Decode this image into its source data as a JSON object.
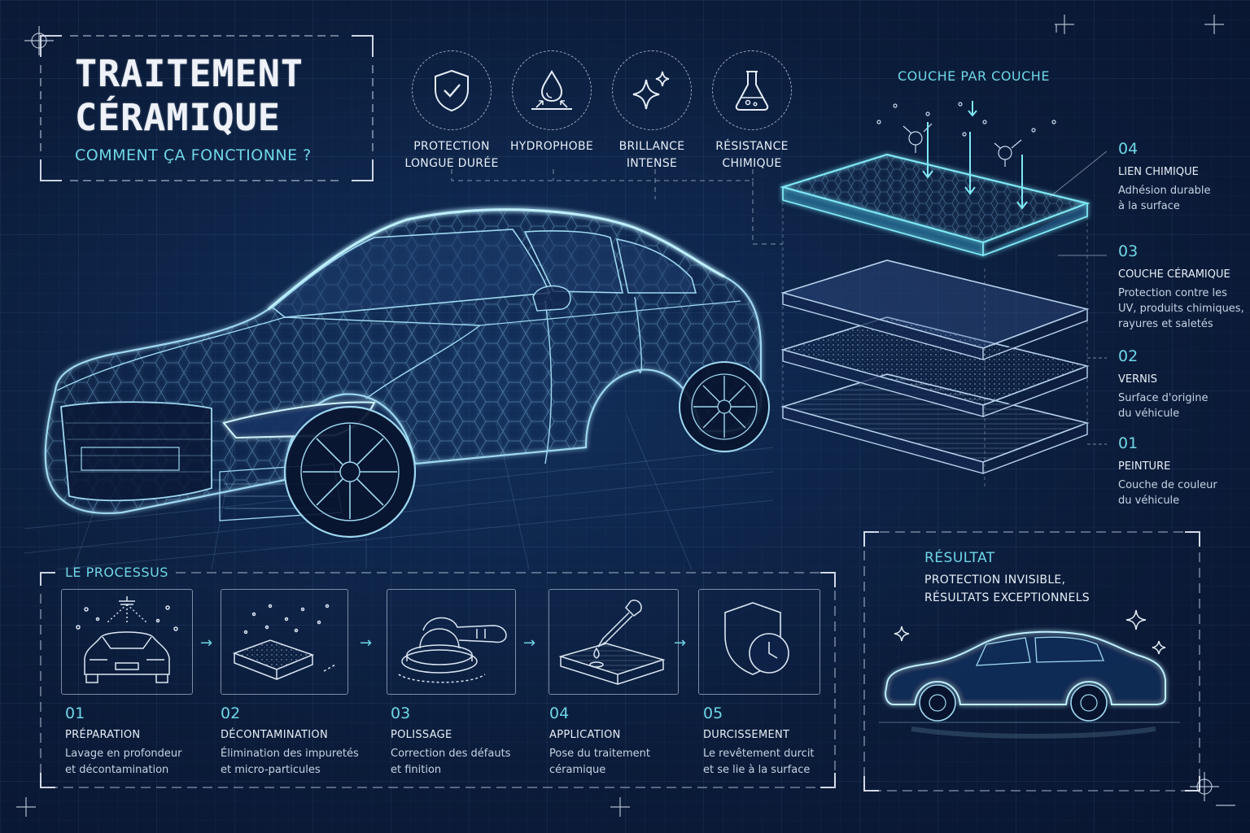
{
  "header": {
    "title_line1": "TRAITEMENT",
    "title_line2": "CÉRAMIQUE",
    "subtitle": "COMMENT ÇA FONCTIONNE ?"
  },
  "features": [
    {
      "icon": "shield-check-icon",
      "line1": "PROTECTION",
      "line2": "LONGUE DURÉE"
    },
    {
      "icon": "water-drop-icon",
      "line1": "HYDROPHOBE",
      "line2": ""
    },
    {
      "icon": "sparkle-icon",
      "line1": "BRILLANCE",
      "line2": "INTENSE"
    },
    {
      "icon": "flask-icon",
      "line1": "RÉSISTANCE",
      "line2": "CHIMIQUE"
    }
  ],
  "layers": {
    "title": "COUCHE PAR COUCHE",
    "items": [
      {
        "num": "04",
        "name": "LIEN CHIMIQUE",
        "desc1": "Adhésion durable",
        "desc2": "à la surface",
        "desc3": ""
      },
      {
        "num": "03",
        "name": "COUCHE CÉRAMIQUE",
        "desc1": "Protection contre les",
        "desc2": "UV, produits chimiques,",
        "desc3": "rayures et saletés"
      },
      {
        "num": "02",
        "name": "VERNIS",
        "desc1": "Surface d'origine",
        "desc2": "du véhicule",
        "desc3": ""
      },
      {
        "num": "01",
        "name": "PEINTURE",
        "desc1": "Couche de couleur",
        "desc2": "du véhicule",
        "desc3": ""
      }
    ]
  },
  "process": {
    "title": "LE PROCESSUS",
    "steps": [
      {
        "num": "01",
        "name": "PRÉPARATION",
        "desc1": "Lavage en profondeur",
        "desc2": "et décontamination"
      },
      {
        "num": "02",
        "name": "DÉCONTAMINATION",
        "desc1": "Élimination des impuretés",
        "desc2": "et micro-particules"
      },
      {
        "num": "03",
        "name": "POLISSAGE",
        "desc1": "Correction des défauts",
        "desc2": "et finition"
      },
      {
        "num": "04",
        "name": "APPLICATION",
        "desc1": "Pose du traitement",
        "desc2": "céramique"
      },
      {
        "num": "05",
        "name": "DURCISSEMENT",
        "desc1": "Le revêtement durcit",
        "desc2": "et se lie à la surface"
      }
    ]
  },
  "result": {
    "title": "RÉSULTAT",
    "line1": "PROTECTION INVISIBLE,",
    "line2": "RÉSULTATS EXCEPTIONNELS"
  },
  "colors": {
    "background": "#0b1c3a",
    "accent": "#6fd6e6",
    "line": "#9fd8f0"
  }
}
